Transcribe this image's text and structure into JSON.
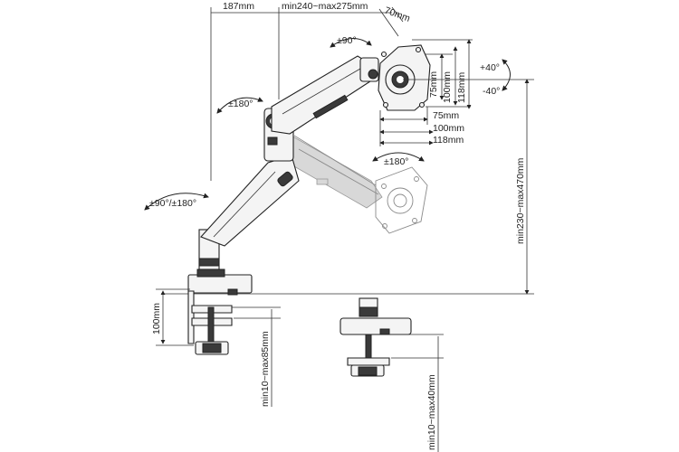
{
  "dimensions": {
    "top_left": "187mm",
    "top_mid": "min240~max275mm",
    "top_right": "70mm",
    "plate_h_75": "75mm",
    "plate_h_100": "100mm",
    "plate_h_118": "118mm",
    "plate_w_75": "75mm",
    "plate_w_100": "100mm",
    "plate_w_118": "118mm",
    "height_range": "min230~max470mm",
    "base_height": "100mm",
    "clamp_range": "min10~max85mm",
    "grommet_range": "min10~max40mm"
  },
  "rotations": {
    "top_rotation": "±90°",
    "arm_rotation": "±180°",
    "base_rotation": "±90°/±180°",
    "head_swivel": "±180°",
    "tilt_up": "+40°",
    "tilt_down": "-40°"
  }
}
